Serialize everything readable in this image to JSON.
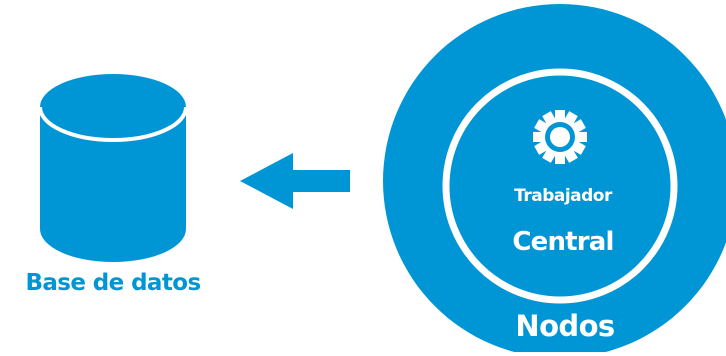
{
  "diagram": {
    "database": {
      "label": "Base de datos",
      "icon": "database-cylinder-icon"
    },
    "connector": {
      "icon": "arrow-left-icon",
      "direction": "left"
    },
    "nodes_group": {
      "label": "Nodos",
      "central_worker": {
        "role_label": "Trabajador",
        "name_label": "Central",
        "icon": "gear-icon"
      }
    }
  },
  "colors": {
    "primary": "#0096d6",
    "text_on_primary": "#ffffff",
    "background": "#ffffff"
  }
}
